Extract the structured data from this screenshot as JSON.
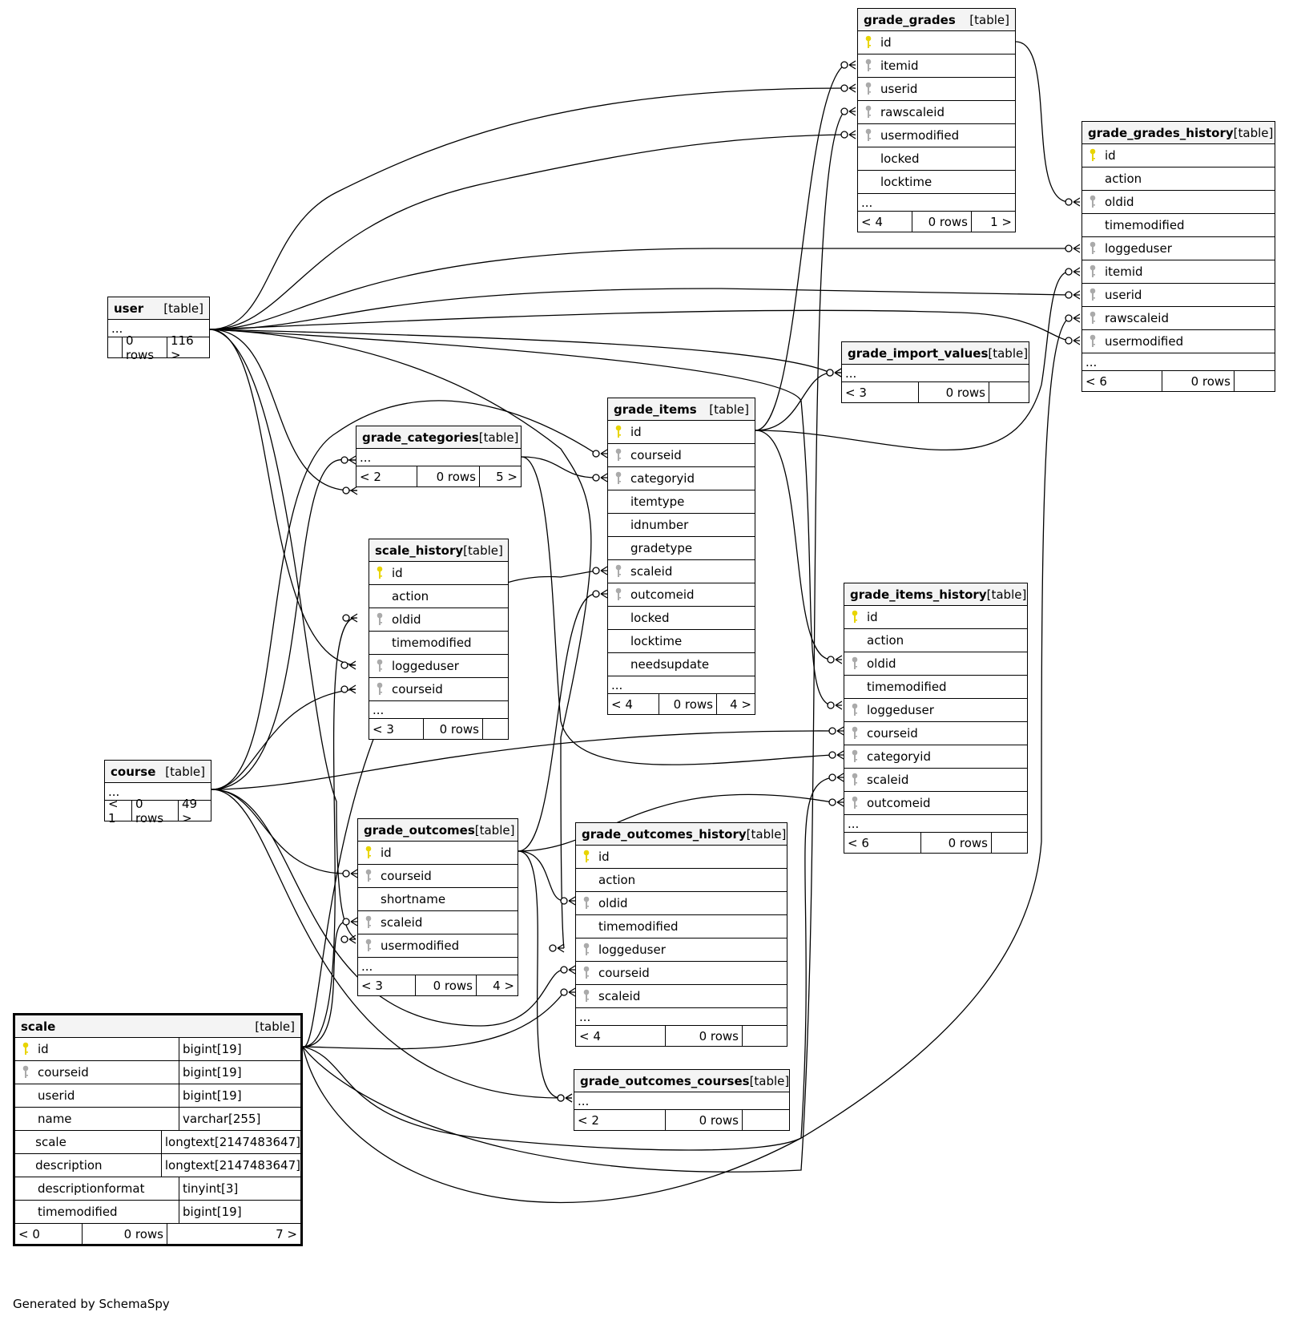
{
  "generated_by": "Generated by SchemaSpy",
  "tables": {
    "grade_grades": {
      "name": "grade_grades",
      "kind": "[table]",
      "columns": [
        {
          "name": "id",
          "key": "pk"
        },
        {
          "name": "itemid",
          "key": "fk"
        },
        {
          "name": "userid",
          "key": "fk"
        },
        {
          "name": "rawscaleid",
          "key": "fk"
        },
        {
          "name": "usermodified",
          "key": "fk"
        },
        {
          "name": "locked",
          "key": ""
        },
        {
          "name": "locktime",
          "key": ""
        }
      ],
      "ellipsis": "...",
      "foot": [
        "< 4",
        "0 rows",
        "1 >"
      ]
    },
    "grade_grades_history": {
      "name": "grade_grades_history",
      "kind": "[table]",
      "columns": [
        {
          "name": "id",
          "key": "pk"
        },
        {
          "name": "action",
          "key": ""
        },
        {
          "name": "oldid",
          "key": "fk"
        },
        {
          "name": "timemodified",
          "key": ""
        },
        {
          "name": "loggeduser",
          "key": "fk"
        },
        {
          "name": "itemid",
          "key": "fk"
        },
        {
          "name": "userid",
          "key": "fk"
        },
        {
          "name": "rawscaleid",
          "key": "fk"
        },
        {
          "name": "usermodified",
          "key": "fk"
        }
      ],
      "ellipsis": "...",
      "foot": [
        "< 6",
        "0 rows",
        ""
      ]
    },
    "user": {
      "name": "user",
      "kind": "[table]",
      "columns": [],
      "ellipsis": "...",
      "foot": [
        "",
        "0 rows",
        "116 >"
      ]
    },
    "grade_import_values": {
      "name": "grade_import_values",
      "kind": "[table]",
      "columns": [],
      "ellipsis": "...",
      "foot": [
        "< 3",
        "0 rows",
        ""
      ]
    },
    "grade_items": {
      "name": "grade_items",
      "kind": "[table]",
      "columns": [
        {
          "name": "id",
          "key": "pk"
        },
        {
          "name": "courseid",
          "key": "fk"
        },
        {
          "name": "categoryid",
          "key": "fk"
        },
        {
          "name": "itemtype",
          "key": ""
        },
        {
          "name": "idnumber",
          "key": ""
        },
        {
          "name": "gradetype",
          "key": ""
        },
        {
          "name": "scaleid",
          "key": "fk"
        },
        {
          "name": "outcomeid",
          "key": "fk"
        },
        {
          "name": "locked",
          "key": ""
        },
        {
          "name": "locktime",
          "key": ""
        },
        {
          "name": "needsupdate",
          "key": ""
        }
      ],
      "ellipsis": "...",
      "foot": [
        "< 4",
        "0 rows",
        "4 >"
      ]
    },
    "grade_categories": {
      "name": "grade_categories",
      "kind": "[table]",
      "columns": [],
      "ellipsis": "...",
      "foot": [
        "< 2",
        "0 rows",
        "5 >"
      ]
    },
    "scale_history": {
      "name": "scale_history",
      "kind": "[table]",
      "columns": [
        {
          "name": "id",
          "key": "pk"
        },
        {
          "name": "action",
          "key": ""
        },
        {
          "name": "oldid",
          "key": "fk"
        },
        {
          "name": "timemodified",
          "key": ""
        },
        {
          "name": "loggeduser",
          "key": "fk"
        },
        {
          "name": "courseid",
          "key": "fk"
        }
      ],
      "ellipsis": "...",
      "foot": [
        "< 3",
        "0 rows",
        ""
      ]
    },
    "grade_items_history": {
      "name": "grade_items_history",
      "kind": "[table]",
      "columns": [
        {
          "name": "id",
          "key": "pk"
        },
        {
          "name": "action",
          "key": ""
        },
        {
          "name": "oldid",
          "key": "fk"
        },
        {
          "name": "timemodified",
          "key": ""
        },
        {
          "name": "loggeduser",
          "key": "fk"
        },
        {
          "name": "courseid",
          "key": "fk"
        },
        {
          "name": "categoryid",
          "key": "fk"
        },
        {
          "name": "scaleid",
          "key": "fk"
        },
        {
          "name": "outcomeid",
          "key": "fk"
        }
      ],
      "ellipsis": "...",
      "foot": [
        "< 6",
        "0 rows",
        ""
      ]
    },
    "course": {
      "name": "course",
      "kind": "[table]",
      "columns": [],
      "ellipsis": "...",
      "foot": [
        "< 1",
        "0 rows",
        "49 >"
      ]
    },
    "grade_outcomes": {
      "name": "grade_outcomes",
      "kind": "[table]",
      "columns": [
        {
          "name": "id",
          "key": "pk"
        },
        {
          "name": "courseid",
          "key": "fk"
        },
        {
          "name": "shortname",
          "key": ""
        },
        {
          "name": "scaleid",
          "key": "fk"
        },
        {
          "name": "usermodified",
          "key": "fk"
        }
      ],
      "ellipsis": "...",
      "foot": [
        "< 3",
        "0 rows",
        "4 >"
      ]
    },
    "grade_outcomes_history": {
      "name": "grade_outcomes_history",
      "kind": "[table]",
      "columns": [
        {
          "name": "id",
          "key": "pk"
        },
        {
          "name": "action",
          "key": ""
        },
        {
          "name": "oldid",
          "key": "fk"
        },
        {
          "name": "timemodified",
          "key": ""
        },
        {
          "name": "loggeduser",
          "key": "fk"
        },
        {
          "name": "courseid",
          "key": "fk"
        },
        {
          "name": "scaleid",
          "key": "fk"
        }
      ],
      "ellipsis": "...",
      "foot": [
        "< 4",
        "0 rows",
        ""
      ]
    },
    "grade_outcomes_courses": {
      "name": "grade_outcomes_courses",
      "kind": "[table]",
      "columns": [],
      "ellipsis": "...",
      "foot": [
        "< 2",
        "0 rows",
        ""
      ]
    },
    "scale": {
      "name": "scale",
      "kind": "[table]",
      "columns": [
        {
          "name": "id",
          "key": "pk",
          "type": "bigint[19]"
        },
        {
          "name": "courseid",
          "key": "fk",
          "type": "bigint[19]"
        },
        {
          "name": "userid",
          "key": "",
          "type": "bigint[19]"
        },
        {
          "name": "name",
          "key": "",
          "type": "varchar[255]"
        },
        {
          "name": "scale",
          "key": "",
          "type": "longtext[2147483647]"
        },
        {
          "name": "description",
          "key": "",
          "type": "longtext[2147483647]"
        },
        {
          "name": "descriptionformat",
          "key": "",
          "type": "tinyint[3]"
        },
        {
          "name": "timemodified",
          "key": "",
          "type": "bigint[19]"
        }
      ],
      "foot": [
        "< 0",
        "0 rows",
        "7 >"
      ]
    }
  },
  "colors": {
    "primary_key": "#e8d400",
    "foreign_key": "#aaaaaa",
    "header_bg": "#f4f4f4",
    "line": "#000000"
  }
}
